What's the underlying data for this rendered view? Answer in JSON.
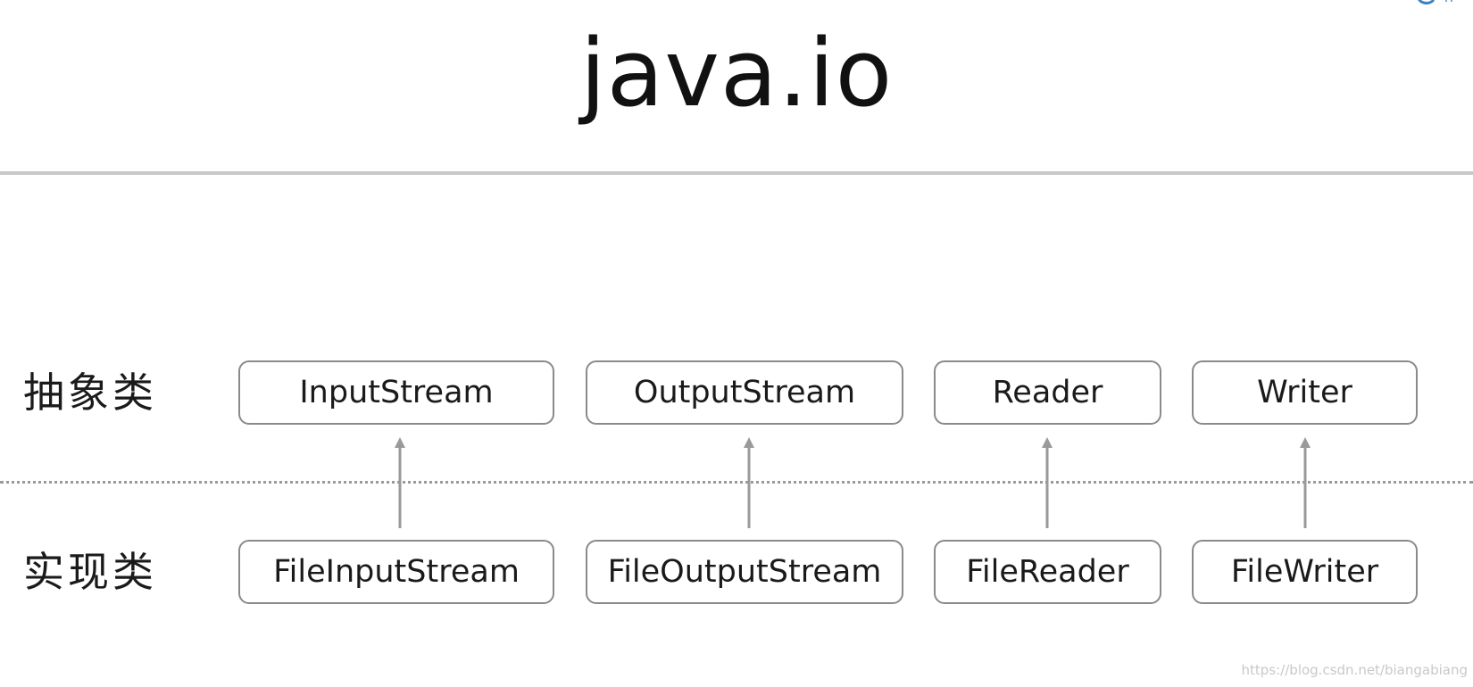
{
  "title": "java.io",
  "rows": {
    "abstract_label": "抽象类",
    "impl_label": "实现类"
  },
  "abstract_classes": [
    "InputStream",
    "OutputStream",
    "Reader",
    "Writer"
  ],
  "impl_classes": [
    "FileInputStream",
    "FileOutputStream",
    "FileReader",
    "FileWriter"
  ],
  "watermark": "https://blog.csdn.net/biangabiang",
  "colors": {
    "box_border": "#8a8a8a",
    "arrow": "#9a9a9a",
    "divider": "#c8c8c8",
    "corner_mark": "#3b82c4"
  }
}
